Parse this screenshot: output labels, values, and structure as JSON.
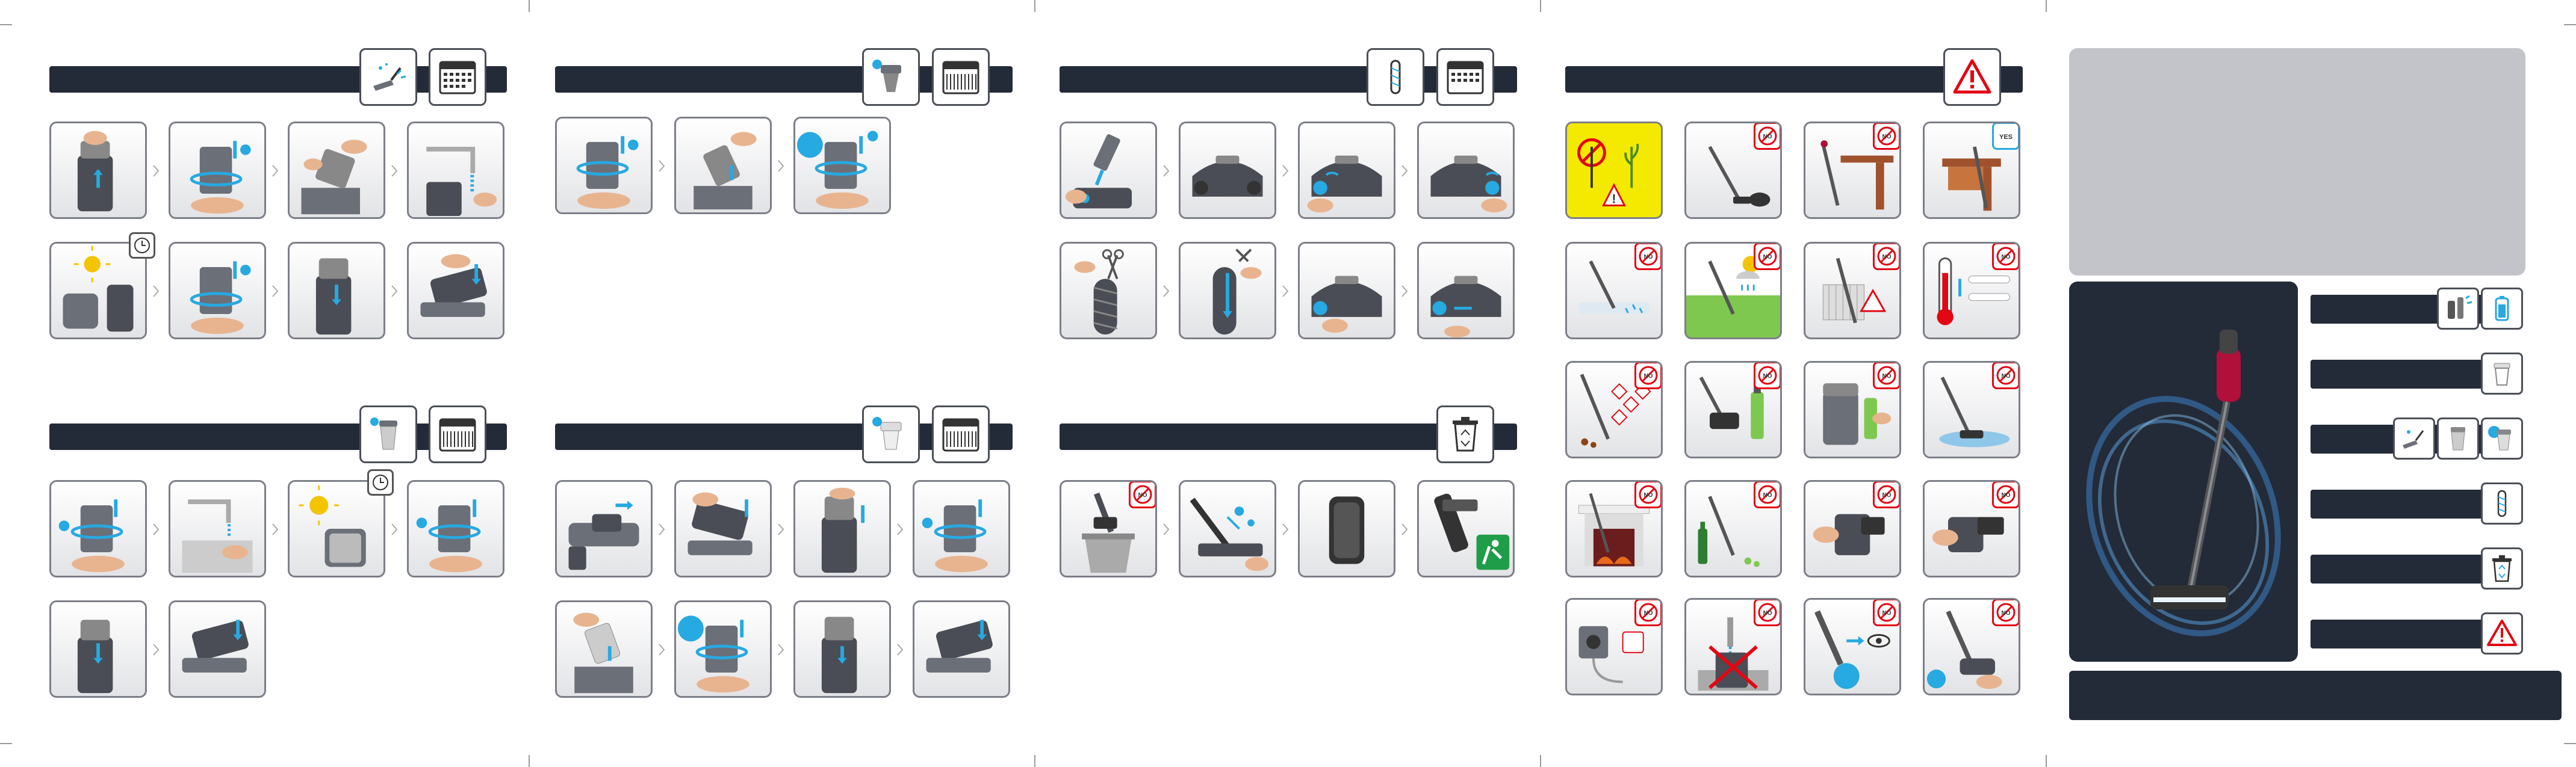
{
  "sections": [
    {
      "id": "s1",
      "icons": [
        "brush-cleaning-icon",
        "calendar-icon"
      ],
      "steps": 8
    },
    {
      "id": "s2",
      "icons": [
        "filter-cup-icon",
        "calendar-icon"
      ],
      "steps": 3
    },
    {
      "id": "s3",
      "icons": [
        "brush-roller-icon",
        "calendar-icon"
      ],
      "steps": 8
    },
    {
      "id": "s4",
      "icons": [
        "warning-icon"
      ],
      "steps": 20
    },
    {
      "id": "s5",
      "icons": [
        "filter-foam-icon",
        "calendar-icon"
      ],
      "steps": 6
    },
    {
      "id": "s6",
      "icons": [
        "filter-cup-icon",
        "calendar-icon"
      ],
      "steps": 8
    },
    {
      "id": "s7",
      "icons": [
        "recycle-bin-icon"
      ],
      "steps": 4
    }
  ],
  "badges": {
    "no": "NO",
    "yes": "YES"
  },
  "colors": {
    "dark": "#232a38",
    "accent_blue": "#27a9e1",
    "no_red": "#e30613",
    "warn_yellow": "#f4ea00",
    "recycle_green": "#1f9d48",
    "product_red": "#b0103a"
  }
}
